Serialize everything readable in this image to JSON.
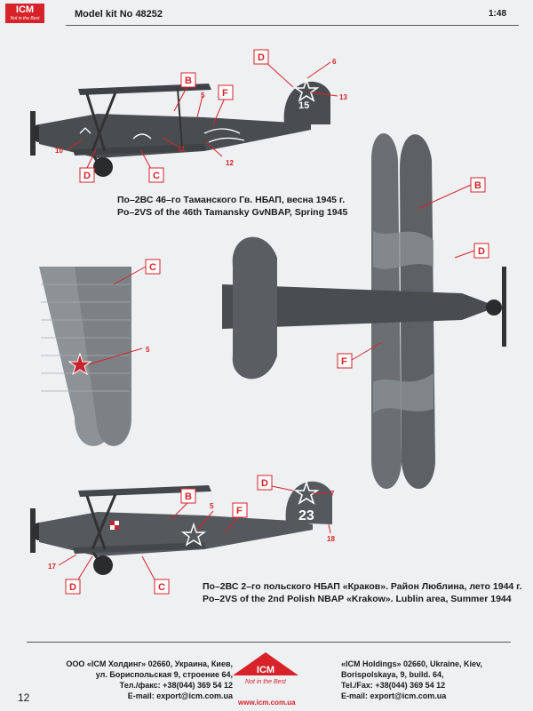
{
  "header": {
    "brand": "ICM",
    "brand_tagline": "Not in the Best",
    "model_kit": "Model kit No 48252",
    "scale": "1:48"
  },
  "callouts": {
    "B": "B",
    "C": "C",
    "D": "D",
    "F": "F",
    "n5": "5",
    "n6": "6",
    "n7": "7",
    "n10": "10",
    "n11": "11",
    "n12": "12",
    "n13": "13",
    "n17": "17",
    "n18": "18"
  },
  "aircraft1": {
    "caption_ru": "По–2ВС 46–го Таманского Гв. НБАП, весна 1945 г.",
    "caption_en": "Po–2VS of the 46th Tamansky GvNBAP, Spring 1945",
    "tail_number": "15"
  },
  "aircraft2": {
    "caption_ru": "По–2ВС 2–го польского НБАП «Краков». Район Люблина, лето 1944 г.",
    "caption_en": "Po–2VS of the 2nd Polish NBAP «Krakow». Lublin area, Summer 1944",
    "tail_number": "23"
  },
  "footer": {
    "ru_lines": [
      "ООО «ICM Холдинг» 02660, Украина, Киев,",
      "ул. Бориспольская 9, строение 64,",
      "Тел./факс: +38(044) 369 54 12",
      "E-mail: export@icm.com.ua"
    ],
    "en_lines": [
      "«ICM Holdings» 02660, Ukraine, Kiev,",
      "Borispolskaya, 9, build. 64,",
      "Tel./Fax: +38(044) 369 54 12",
      "E-mail: export@icm.com.ua"
    ],
    "logo_text": "ICM",
    "logo_tagline": "Not in the Best",
    "url": "www.icm.com.ua",
    "page_number": "12"
  },
  "colors": {
    "accent_red": "#d8222a",
    "aircraft_dark": "#4a4d50",
    "aircraft_mid": "#6b6f73",
    "underside_grey": "#8d9296"
  }
}
